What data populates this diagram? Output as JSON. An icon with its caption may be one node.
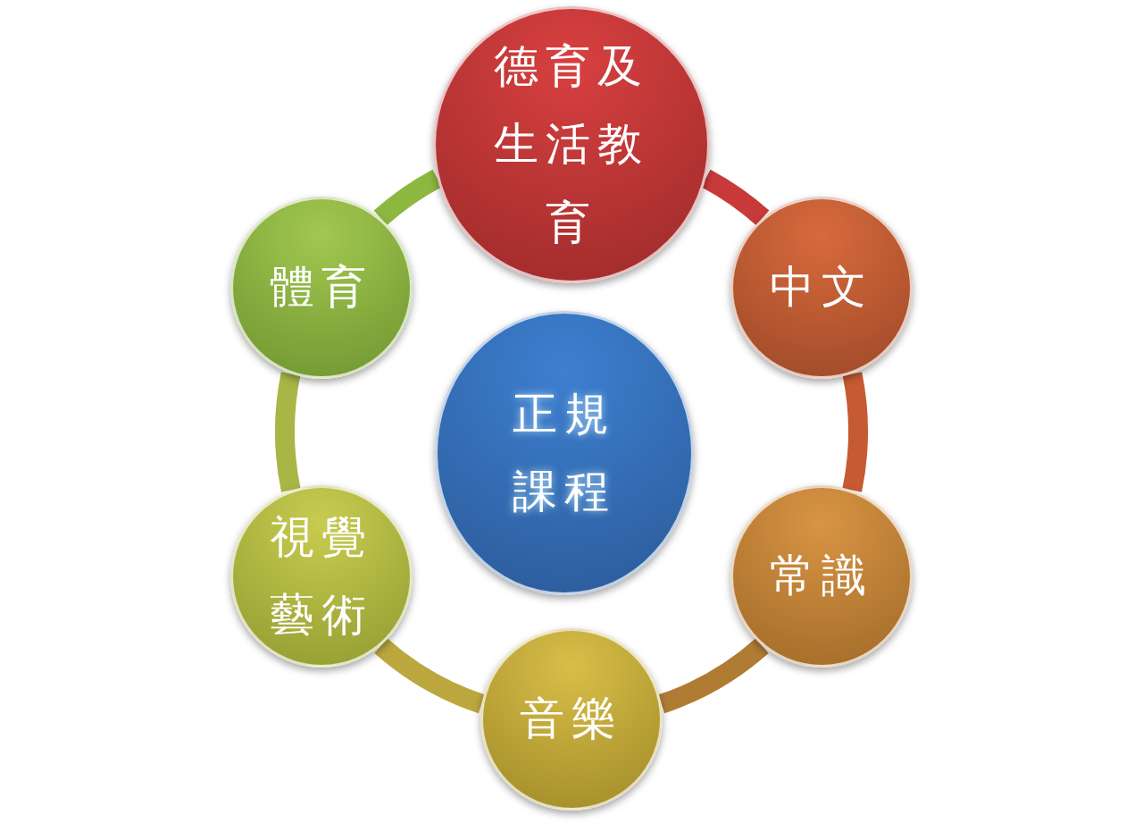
{
  "diagram": {
    "nodes": [
      {
        "text": [
          "正規課程"
        ]
      },
      {
        "text": [
          "德育及生活教育"
        ]
      },
      {
        "text": [
          "中文"
        ]
      },
      {
        "text": [
          "常識"
        ]
      },
      {
        "text": [
          "音樂"
        ]
      },
      {
        "text": [
          "視覺藝術"
        ]
      },
      {
        "text": [
          "體育"
        ]
      }
    ],
    "edges": [
      {
        "from": 1,
        "to": 2,
        "arrow": "none",
        "color": "#c83a3a"
      },
      {
        "from": 2,
        "to": 3,
        "arrow": "none",
        "color": "#c65a32"
      },
      {
        "from": 3,
        "to": 4,
        "arrow": "none",
        "color": "#b07c34"
      },
      {
        "from": 4,
        "to": 5,
        "arrow": "none",
        "color": "#bca63e"
      },
      {
        "from": 5,
        "to": 6,
        "arrow": "none",
        "color": "#a8b646"
      },
      {
        "from": 6,
        "to": 1,
        "arrow": "none",
        "color": "#8cb840"
      }
    ]
  }
}
